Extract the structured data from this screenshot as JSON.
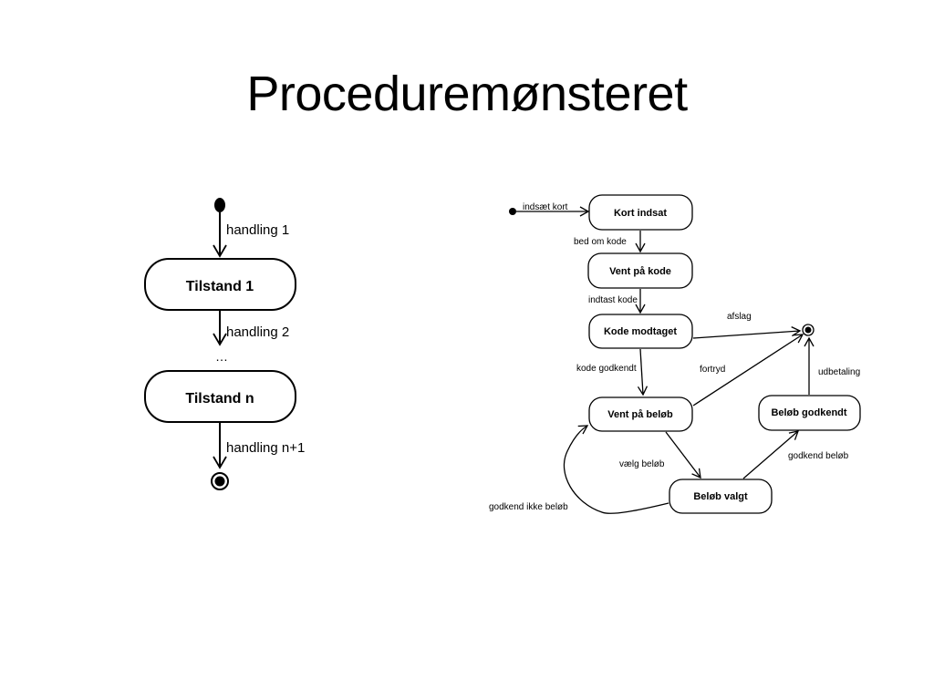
{
  "slide": {
    "title": "Proceduremønsteret"
  },
  "generic_diagram": {
    "states": [
      "Tilstand 1",
      "Tilstand n"
    ],
    "transitions": [
      "handling 1",
      "handling 2",
      "handling n+1"
    ],
    "ellipsis": "…"
  },
  "card_diagram": {
    "states": {
      "kort_indsat": "Kort indsat",
      "vent_kode": "Vent på kode",
      "kode_modtaget": "Kode modtaget",
      "vent_beloeb": "Vent på beløb",
      "beloeb_godkendt": "Beløb godkendt",
      "beloeb_valgt": "Beløb valgt"
    },
    "transitions": {
      "indsaet_kort": "indsæt kort",
      "bed_om_kode": "bed om kode",
      "indtast_kode": "indtast kode",
      "afslag": "afslag",
      "kode_godkendt": "kode godkendt",
      "fortryd": "fortryd",
      "udbetaling": "udbetaling",
      "godkend_beloeb": "godkend beløb",
      "vaelg_beloeb": "vælg beløb",
      "godkend_ikke_beloeb": "godkend ikke beløb"
    }
  }
}
